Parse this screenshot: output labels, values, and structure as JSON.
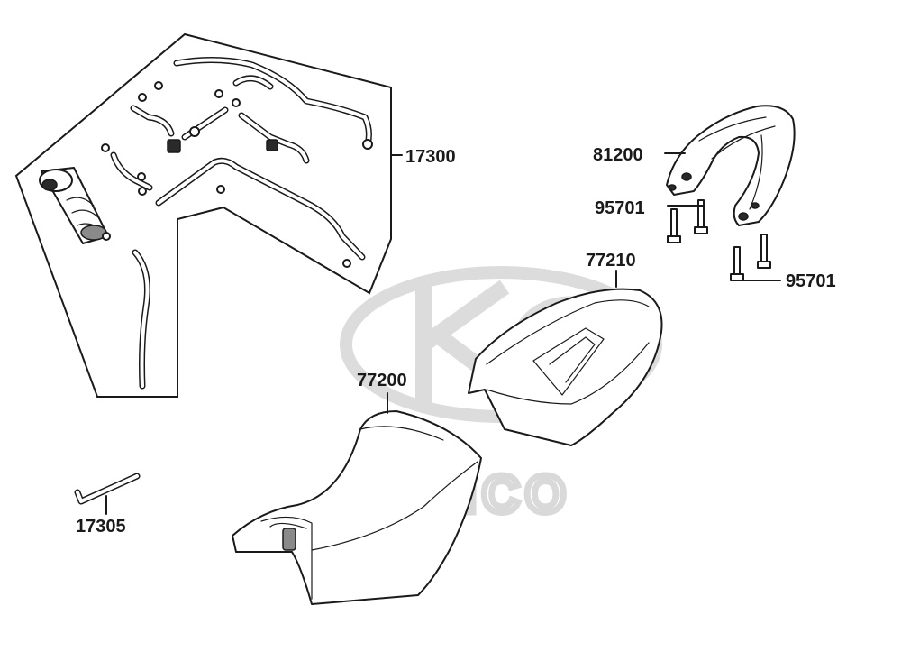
{
  "watermark": {
    "brand": "KYMCO"
  },
  "labels": {
    "l17300": "17300",
    "l81200": "81200",
    "l95701a": "95701",
    "l77210": "77210",
    "l95701b": "95701",
    "l77200": "77200",
    "l17305": "17305"
  }
}
